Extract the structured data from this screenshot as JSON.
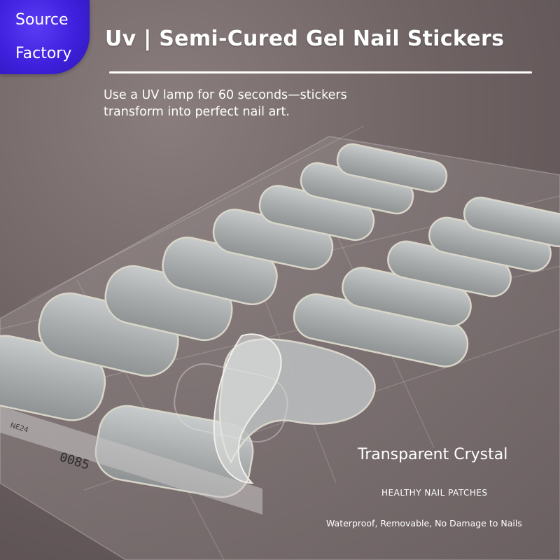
{
  "badge": {
    "line1": "Source",
    "line2": "Factory"
  },
  "header": {
    "title": "Uv | Semi-Cured Gel Nail Stickers",
    "subtitle": "Use a UV lamp for 60 seconds—stickers transform into perfect nail art."
  },
  "product": {
    "sheet_label_1": "NE24",
    "sheet_label_2": "0085"
  },
  "captions": {
    "heading": "Transparent Crystal",
    "tagline": "HEALTHY NAIL PATCHES",
    "features": "Waterproof, Removable, No Damage to Nails"
  },
  "colors": {
    "background": "#6f6364",
    "badge": "#3e20dd",
    "text": "#ffffff"
  }
}
